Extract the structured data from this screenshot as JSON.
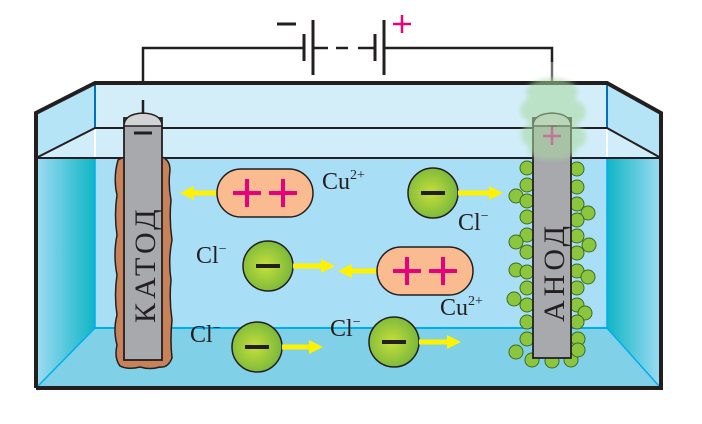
{
  "diagram": {
    "title": "Electrolysis of copper(II) chloride solution",
    "battery": {
      "negative_sign": "−",
      "positive_sign": "+"
    },
    "cathode": {
      "label": "КАТОД",
      "sign": "−",
      "deposit": "copper coating"
    },
    "anode": {
      "label": "АНОД",
      "sign": "+",
      "gas": "chlorine bubbles"
    },
    "ions": [
      {
        "id": "cu-1",
        "species": "Cu",
        "charge": "2+",
        "symbol": "+ +",
        "direction": "toward cathode"
      },
      {
        "id": "cl-1",
        "species": "Cl",
        "charge": "−",
        "symbol": "−",
        "direction": "toward anode"
      },
      {
        "id": "cl-2",
        "species": "Cl",
        "charge": "−",
        "symbol": "−",
        "direction": "toward anode"
      },
      {
        "id": "cu-2",
        "species": "Cu",
        "charge": "2+",
        "symbol": "+ +",
        "direction": "toward cathode"
      },
      {
        "id": "cl-3",
        "species": "Cl",
        "charge": "−",
        "symbol": "−",
        "direction": "toward anode"
      },
      {
        "id": "cl-4",
        "species": "Cl",
        "charge": "−",
        "symbol": "−",
        "direction": "toward anode"
      }
    ],
    "colors": {
      "solution": "#a9dff6",
      "solution_floor": "#7fd0e6",
      "side_wall": "#15b9c9",
      "cation_fill": "#f9bb8f",
      "cation_sign": "#e5007e",
      "anion_fill": "#8cc63f",
      "arrow": "#fff200",
      "electrode": "#a7a9ac",
      "copper": "#c8825a",
      "bubble": "#8cc63f",
      "positive_sign": "#e5007e"
    }
  }
}
